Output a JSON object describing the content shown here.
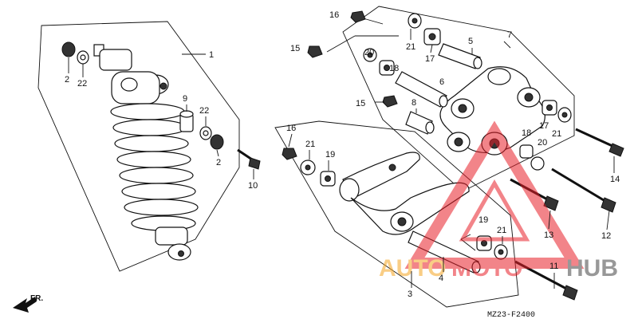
{
  "diagram": {
    "code": "MZ23-F2400",
    "front_label": "FR.",
    "callouts": [
      {
        "id": "c1",
        "label": "1"
      },
      {
        "id": "c2a",
        "label": "2"
      },
      {
        "id": "c22a",
        "label": "22"
      },
      {
        "id": "c9",
        "label": "9"
      },
      {
        "id": "c22b",
        "label": "22"
      },
      {
        "id": "c2b",
        "label": "2"
      },
      {
        "id": "c10",
        "label": "10"
      },
      {
        "id": "c16a",
        "label": "16"
      },
      {
        "id": "c21a",
        "label": "21"
      },
      {
        "id": "c17a",
        "label": "17"
      },
      {
        "id": "c5",
        "label": "5"
      },
      {
        "id": "c7",
        "label": "7"
      },
      {
        "id": "c15a",
        "label": "15"
      },
      {
        "id": "c20a",
        "label": "20"
      },
      {
        "id": "c18a",
        "label": "18"
      },
      {
        "id": "c6",
        "label": "6"
      },
      {
        "id": "c15b",
        "label": "15"
      },
      {
        "id": "c8",
        "label": "8"
      },
      {
        "id": "c17b",
        "label": "17"
      },
      {
        "id": "c21b",
        "label": "21"
      },
      {
        "id": "c18b",
        "label": "18"
      },
      {
        "id": "c20b",
        "label": "20"
      },
      {
        "id": "c14",
        "label": "14"
      },
      {
        "id": "c16b",
        "label": "16"
      },
      {
        "id": "c21c",
        "label": "21"
      },
      {
        "id": "c19a",
        "label": "19"
      },
      {
        "id": "c13",
        "label": "13"
      },
      {
        "id": "c12",
        "label": "12"
      },
      {
        "id": "c19b",
        "label": "19"
      },
      {
        "id": "c21d",
        "label": "21"
      },
      {
        "id": "c4",
        "label": "4"
      },
      {
        "id": "c11",
        "label": "11"
      },
      {
        "id": "c3",
        "label": "3"
      }
    ]
  },
  "watermark": {
    "brand_part1": "AUTO",
    "brand_part2": "MOTO",
    "brand_part3": "HUB",
    "color_orange": "#f5a623",
    "color_red": "#e8202a"
  }
}
